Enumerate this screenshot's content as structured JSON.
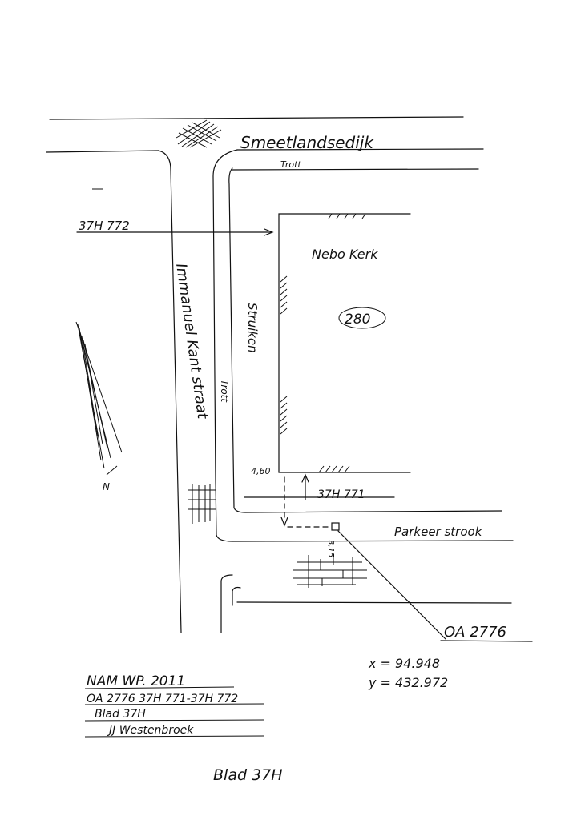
{
  "labels": {
    "street_top": "Smeetlandsedijk",
    "trott_top": "Trott",
    "street_left": "Immanuel Kant straat",
    "street_mid": "Struiken",
    "trott_side": "Trott",
    "church": "Nebo Kerk",
    "house_number": "280",
    "ref_top": "37H 772",
    "ref_bottom": "37H 771",
    "measure": "4,60",
    "parking": "Parkeer strook",
    "small_measure": "3,15",
    "point_id": "OA 2776",
    "coord_x": "x = 94.948",
    "coord_y": "y = 432.972",
    "north_mark": "N"
  },
  "title_block": {
    "line1": "NAM WP. 2011",
    "line2": "OA 2776   37H 771-37H 772",
    "line3": "Blad 37H",
    "line4": "JJ Westenbroek"
  },
  "footer": "Blad 37H"
}
